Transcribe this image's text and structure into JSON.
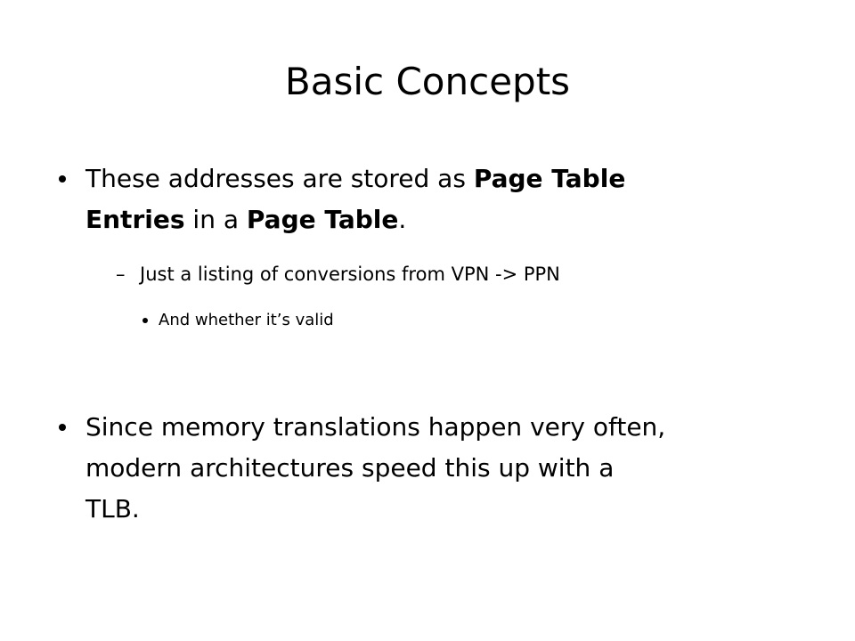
{
  "slide": {
    "title": "Basic Concepts",
    "bullet1": {
      "t1": "These addresses are stored as ",
      "b1": "Page Table",
      "t2": "",
      "b2": "Entries",
      "t3": " in a ",
      "b3": "Page Table",
      "t4": "."
    },
    "sub1": "Just a listing of conversions from VPN -> PPN",
    "sub1_marker": "–",
    "sub2": "And whether it’s valid",
    "bullet2": {
      "line1": "Since memory translations happen very often,",
      "line2": "modern architectures speed this up with a",
      "line3": "TLB."
    }
  }
}
